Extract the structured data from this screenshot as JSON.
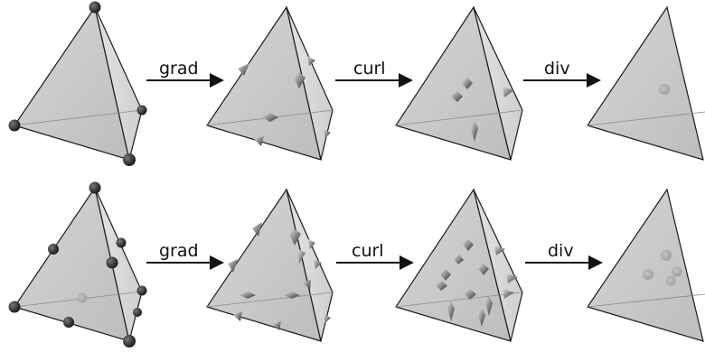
{
  "operators": {
    "row1": [
      "grad",
      "curl",
      "div"
    ],
    "row2": [
      "grad",
      "curl",
      "div"
    ]
  },
  "colors": {
    "face": "#c8c8c8",
    "edge": "#1a1a1a",
    "hidden_edge": "#8a8a8a",
    "node": "#2b2b2b",
    "arrow": "#111111"
  }
}
